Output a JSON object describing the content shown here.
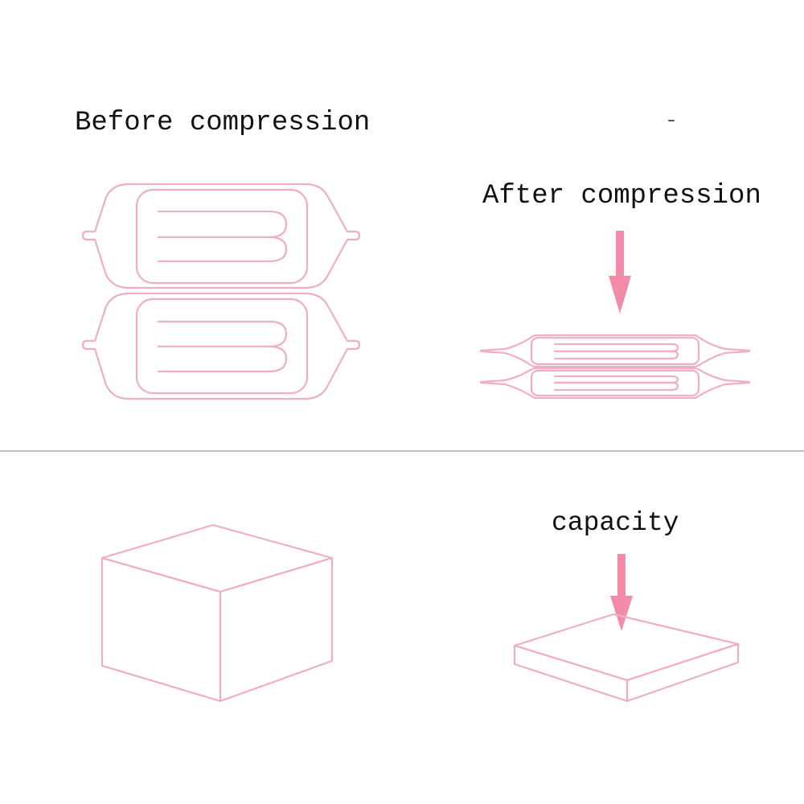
{
  "labels": {
    "before": "Before compression",
    "after": "After compression",
    "capacity": "capacity"
  },
  "colors": {
    "outline": "#efaec4",
    "arrow": "#f28aa8",
    "divider": "#bdbdbd",
    "text": "#111111",
    "background": "#ffffff"
  }
}
